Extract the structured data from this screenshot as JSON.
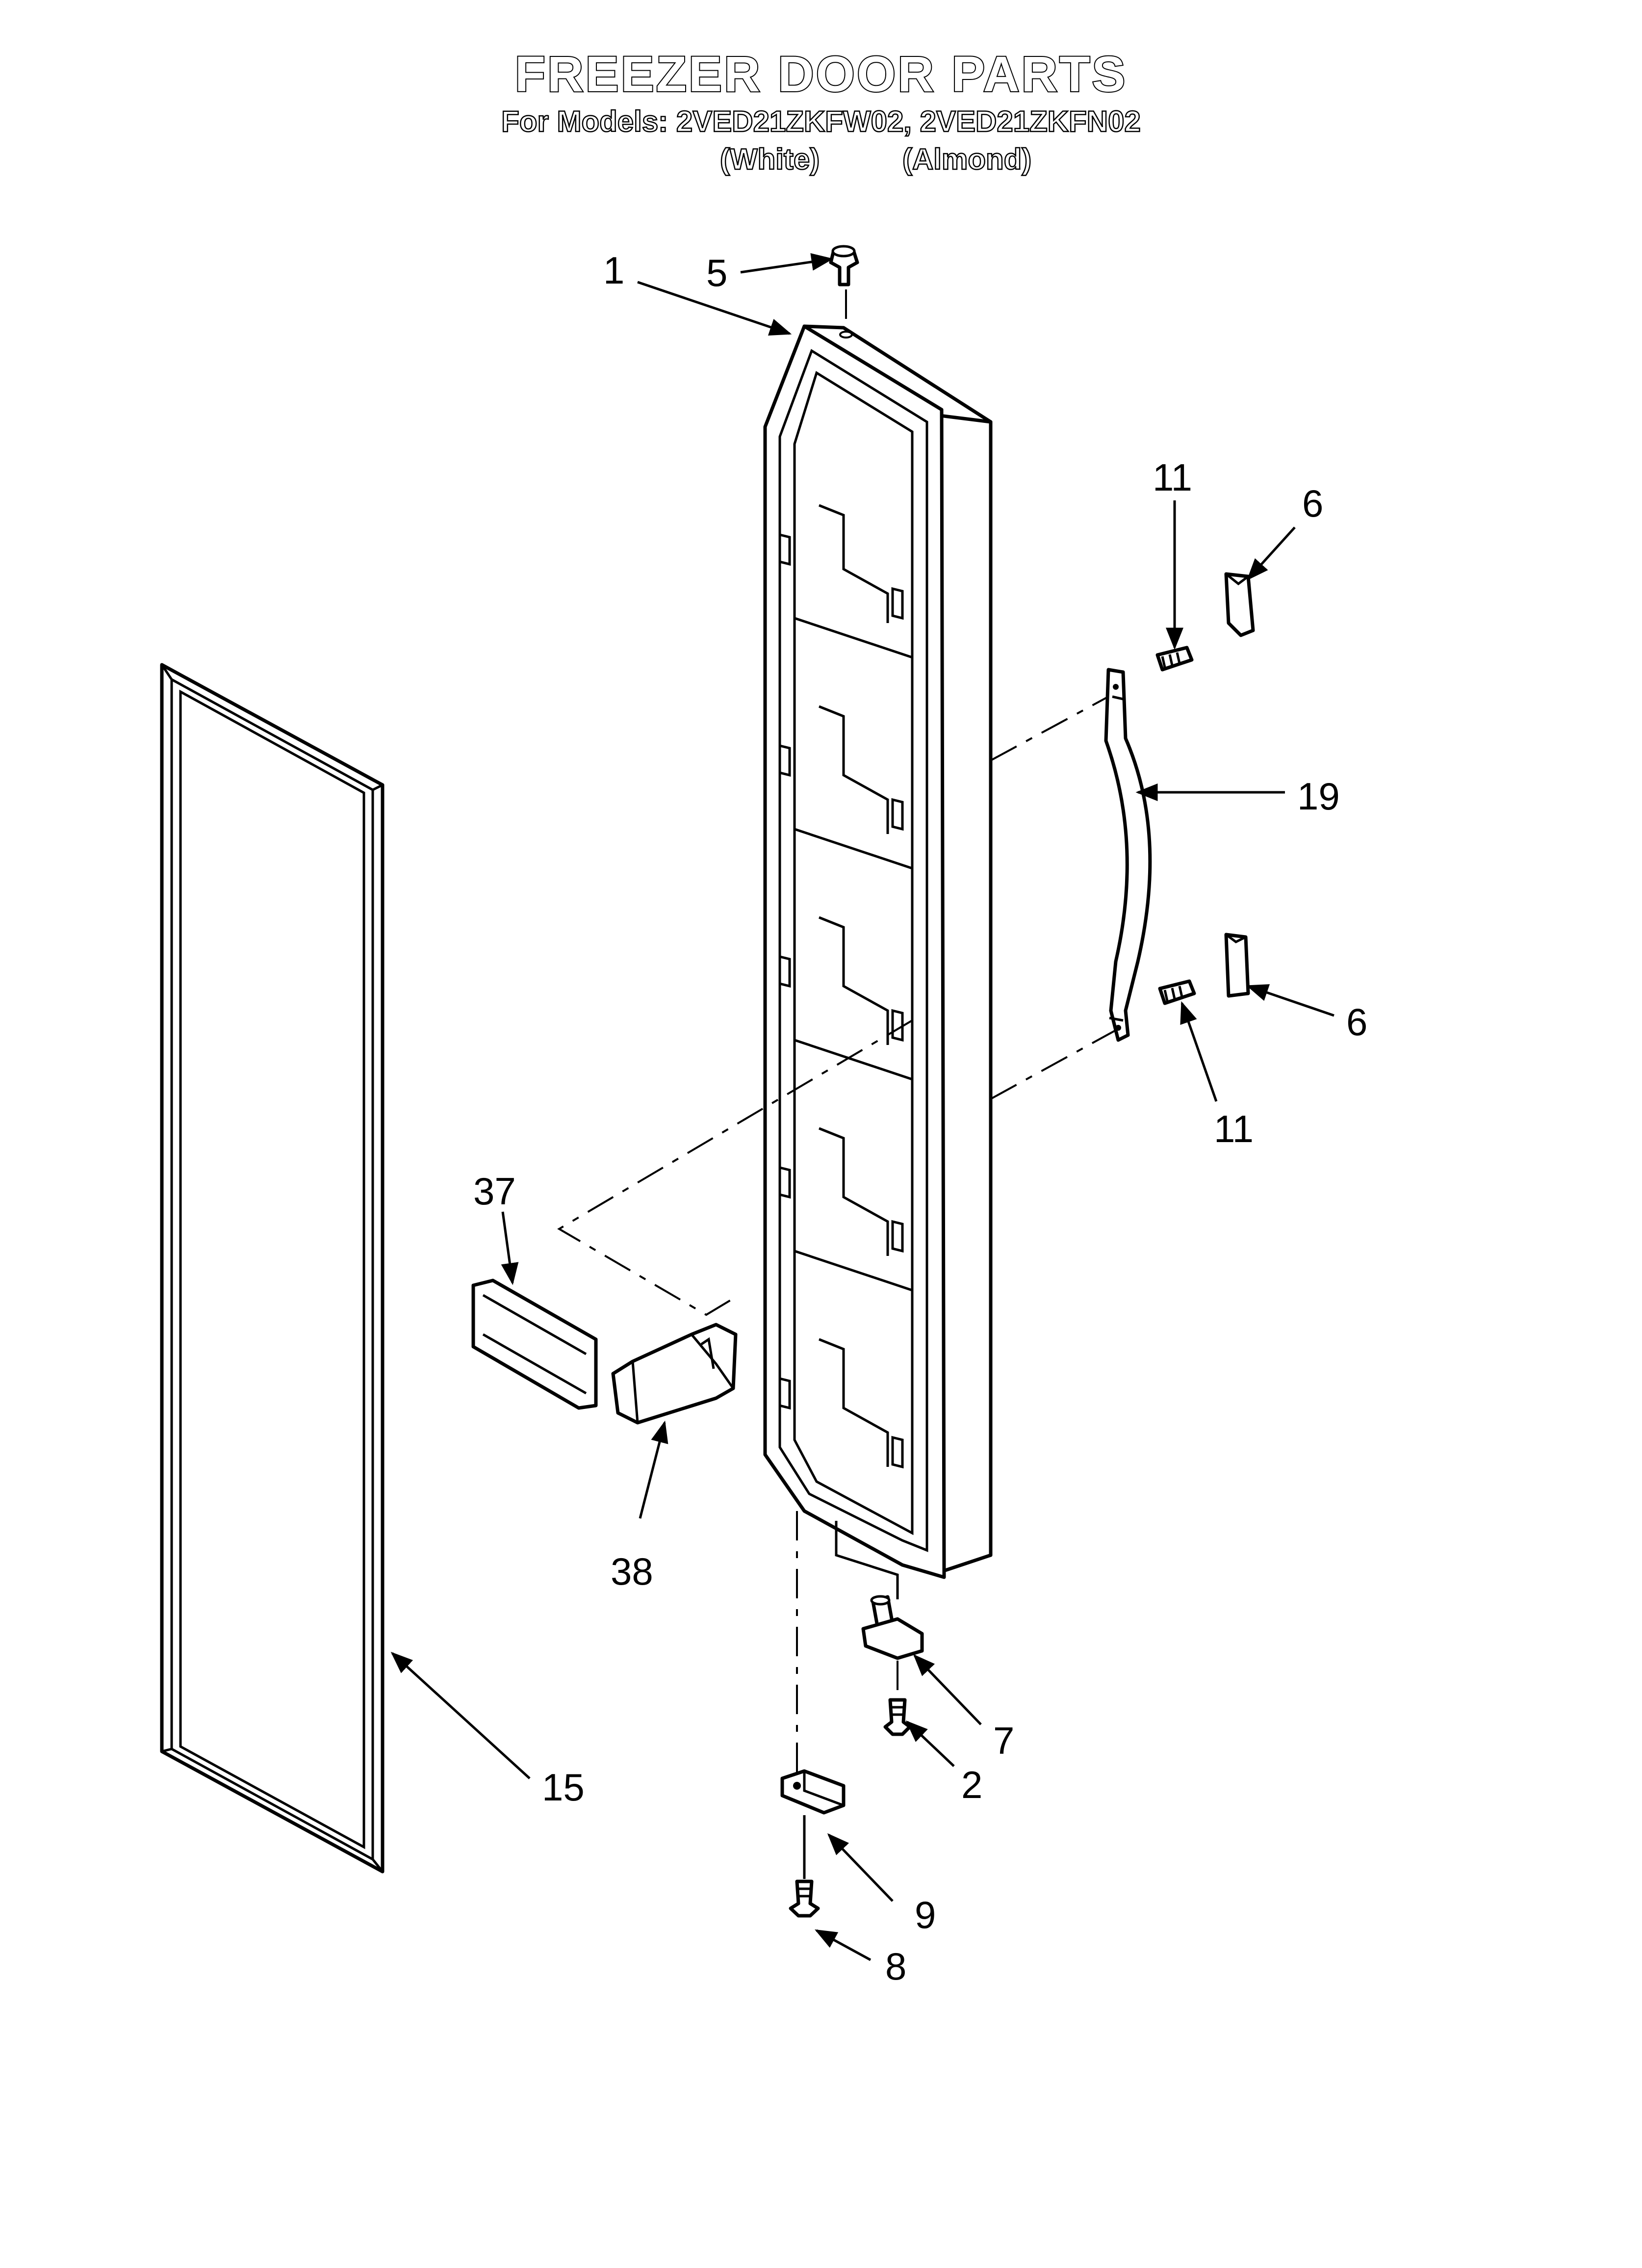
{
  "title": "FREEZER DOOR PARTS",
  "models_line": "For Models: 2VED21ZKFW02, 2VED21ZKFN02",
  "color_variants": [
    "(White)",
    "(Almond)"
  ],
  "callouts": {
    "door_panel": "1",
    "door_plug": "5",
    "handle_screw_top": "11",
    "handle_screw_bottom": "11",
    "end_cap_top": "6",
    "end_cap_bottom": "6",
    "handle": "19",
    "shelf_trim": "37",
    "shelf_end_cap": "38",
    "gasket": "15",
    "hinge": "7",
    "hinge_screw": "2",
    "bottom_bracket": "9",
    "bracket_screw": "8"
  }
}
